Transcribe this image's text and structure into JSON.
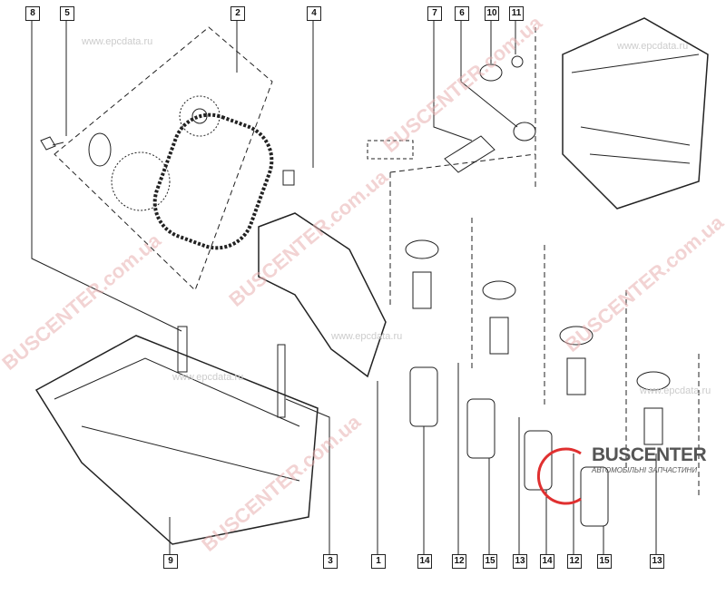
{
  "callouts_top": [
    "8",
    "5",
    "2",
    "4",
    "7",
    "6",
    "10",
    "11"
  ],
  "callouts_bottom": [
    "9",
    "3",
    "1",
    "14",
    "12",
    "15",
    "13",
    "14",
    "12",
    "15",
    "13"
  ],
  "watermarks": {
    "site": "BUSCENTER.com.ua",
    "epc": "www.epcdata.ru"
  },
  "logo": {
    "name": "BUSCENTER",
    "tagline": "АВТОМОБІЛЬНІ ЗАПЧАСТИНИ"
  },
  "colors": {
    "line": "#222222",
    "watermark": "#e07070",
    "logo_red": "#e03030"
  }
}
